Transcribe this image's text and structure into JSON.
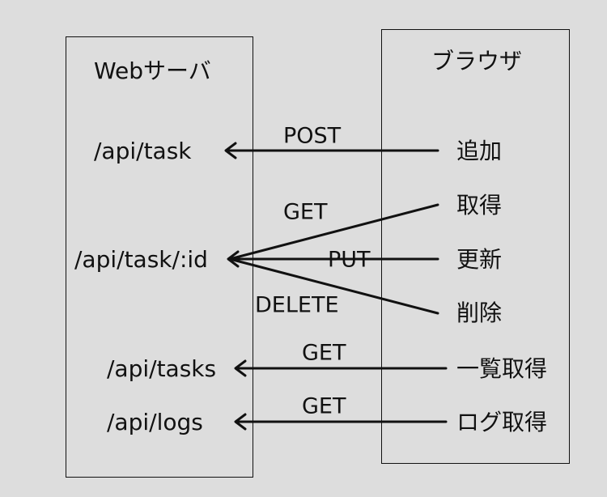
{
  "server": {
    "title": "Webサーバ",
    "endpoints": [
      "/api/task",
      "/api/task/:id",
      "/api/tasks",
      "/api/logs"
    ]
  },
  "browser": {
    "title": "ブラウザ",
    "actions": [
      "追加",
      "取得",
      "更新",
      "削除",
      "一覧取得",
      "ログ取得"
    ]
  },
  "methods": [
    "POST",
    "GET",
    "PUT",
    "DELETE",
    "GET",
    "GET"
  ]
}
